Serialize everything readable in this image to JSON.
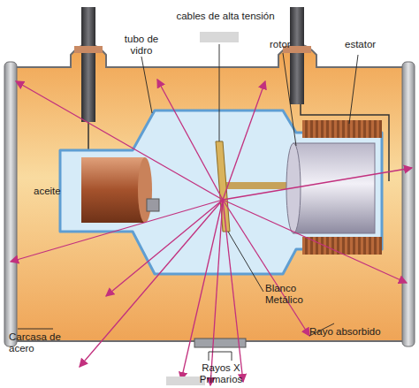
{
  "diagram": {
    "labels": [
      "cables de alta tensión",
      "tubo de vidro",
      "rotor",
      "estator",
      "aceite",
      "Carcasa de acero",
      "Blanco Metálico",
      "Rayo absorbido",
      "Rayos X Primarios"
    ]
  }
}
